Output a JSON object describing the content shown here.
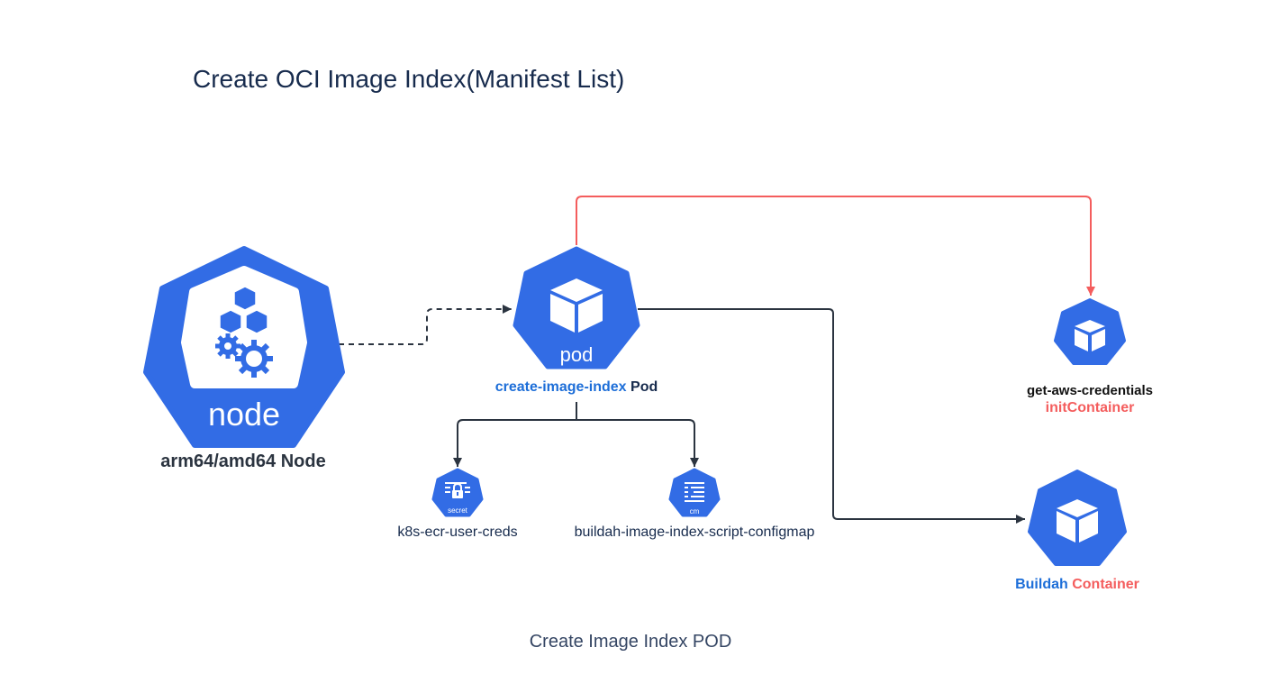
{
  "title": "Create OCI Image Index(Manifest List)",
  "caption": "Create Image Index POD",
  "node": {
    "icon_text": "node",
    "label": "arm64/amd64 Node"
  },
  "pod": {
    "icon_text": "pod",
    "label_name": "create-image-index",
    "label_suffix": " Pod"
  },
  "secret": {
    "icon_text": "secret",
    "label": "k8s-ecr-user-creds"
  },
  "configmap": {
    "icon_text": "cm",
    "label": "buildah-image-index-script-configmap"
  },
  "init_container": {
    "name": "get-aws-credentials",
    "role": "initContainer"
  },
  "buildah_container": {
    "name": "Buildah",
    "role": " Container"
  },
  "colors": {
    "k8s_blue": "#326ce5",
    "text_blue": "#1d6ed8",
    "accent_red": "#f45d5d",
    "arrow_dark": "#2b3440",
    "title_navy": "#172b4d"
  },
  "icons": [
    "k8s-node-icon",
    "k8s-pod-icon",
    "k8s-secret-icon",
    "k8s-configmap-icon",
    "k8s-container-icon"
  ]
}
